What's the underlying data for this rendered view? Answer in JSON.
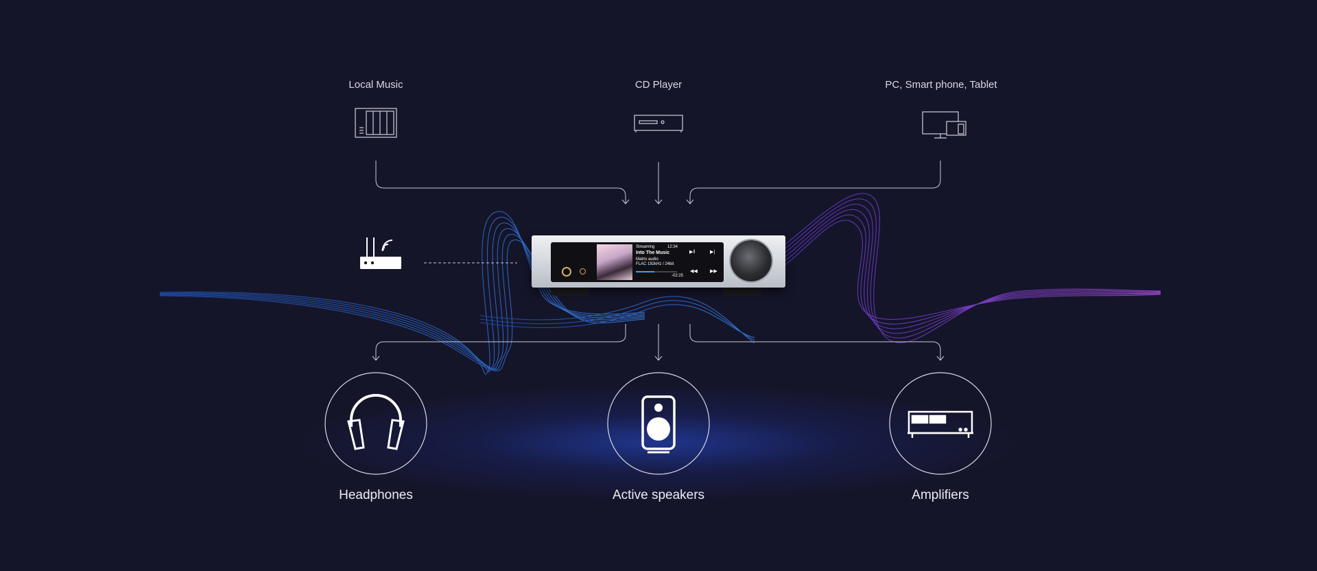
{
  "sources": [
    {
      "label": "Local Music",
      "icon": "nas-icon"
    },
    {
      "label": "CD Player",
      "icon": "cd-player-icon"
    },
    {
      "label": "PC, Smart phone, Tablet",
      "icon": "devices-icon"
    }
  ],
  "network": {
    "icon": "router-icon"
  },
  "device_screen": {
    "status": "Streaming",
    "time": "12:34",
    "track_title": "Into The Music",
    "artist": "Matrix audio",
    "format": "FLAC 192kHz / 24bit",
    "elapsed": "-02:25",
    "progress": 0.45
  },
  "outputs": [
    {
      "label": "Headphones",
      "icon": "headphones-icon"
    },
    {
      "label": "Active speakers",
      "icon": "speaker-icon"
    },
    {
      "label": "Amplifiers",
      "icon": "amplifier-icon"
    }
  ],
  "colors": {
    "background": "#15152a",
    "wave_blue": "#2e6bd8",
    "wave_purple": "#8a3fd6",
    "line": "#c9c9d6"
  }
}
